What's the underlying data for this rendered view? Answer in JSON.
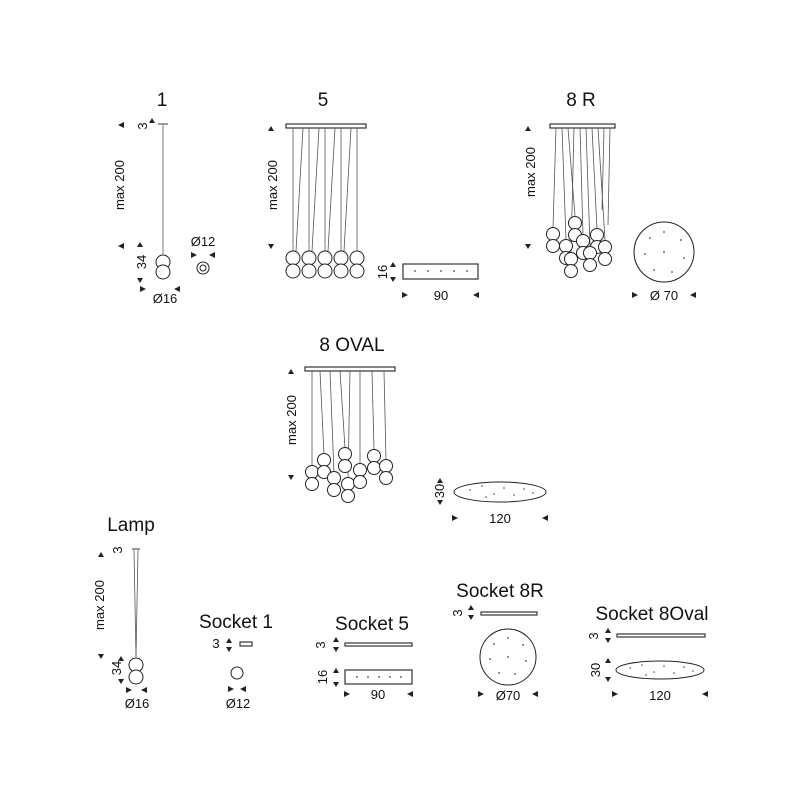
{
  "diagram": {
    "variants": [
      {
        "id": "1",
        "title": "1",
        "height": "max 200",
        "canopy": "3",
        "sphere": "34",
        "diameter": "Ø16",
        "socket_diameter": "Ø12"
      },
      {
        "id": "5",
        "title": "5",
        "height": "max 200",
        "canopy_height": "16",
        "canopy_width": "90"
      },
      {
        "id": "8r",
        "title": "8 R",
        "height": "max 200",
        "canopy_diameter": "Ø 70"
      },
      {
        "id": "8oval",
        "title": "8 OVAL",
        "height": "max 200",
        "canopy_height": "30",
        "canopy_width": "120"
      }
    ],
    "lamp": {
      "title": "Lamp",
      "canopy": "3",
      "height": "max 200",
      "sphere": "34",
      "diameter": "Ø16"
    },
    "sockets": [
      {
        "id": "socket1",
        "title": "Socket 1",
        "height": "3",
        "diameter": "Ø12"
      },
      {
        "id": "socket5",
        "title": "Socket 5",
        "height": "3",
        "depth": "16",
        "width": "90"
      },
      {
        "id": "socket8r",
        "title": "Socket 8R",
        "height": "3",
        "diameter": "Ø70"
      },
      {
        "id": "socket8oval",
        "title": "Socket 8Oval",
        "height": "3",
        "depth": "30",
        "width": "120"
      }
    ]
  }
}
